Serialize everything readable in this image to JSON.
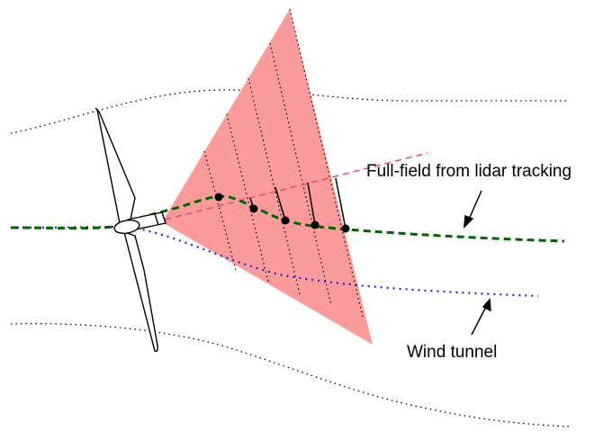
{
  "labels": {
    "full_field": "Full-field from lidar tracking",
    "wind_tunnel": "Wind tunnel"
  },
  "colors": {
    "scan_fill": "#fc9b9b",
    "centerline_lidar": "#006400",
    "centerline_tunnel": "#2222dd",
    "yaw_axis": "#ee4477",
    "wake_boundary": "#000000",
    "lidar_points": "#000000"
  },
  "elements": {
    "turbine": "wind-turbine",
    "scan_area": "lidar-scan-sector",
    "lidar_points": 5
  }
}
